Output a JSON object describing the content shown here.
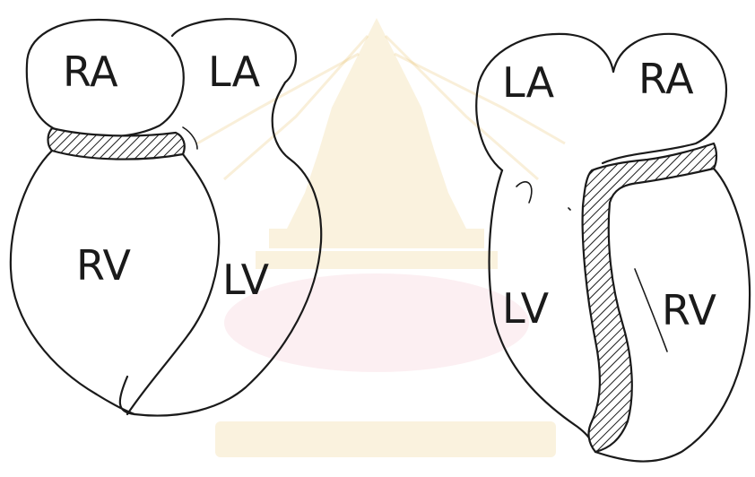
{
  "left_heart": {
    "labels": {
      "ra": "RA",
      "la": "LA",
      "rv": "RV",
      "lv": "LV"
    }
  },
  "right_heart": {
    "labels": {
      "la": "LA",
      "ra": "RA",
      "lv": "LV",
      "rv": "RV"
    }
  },
  "colors": {
    "ink": "#1a1a1a",
    "watermark_gold": "#e9c36a",
    "watermark_pink": "#e78ea0"
  }
}
